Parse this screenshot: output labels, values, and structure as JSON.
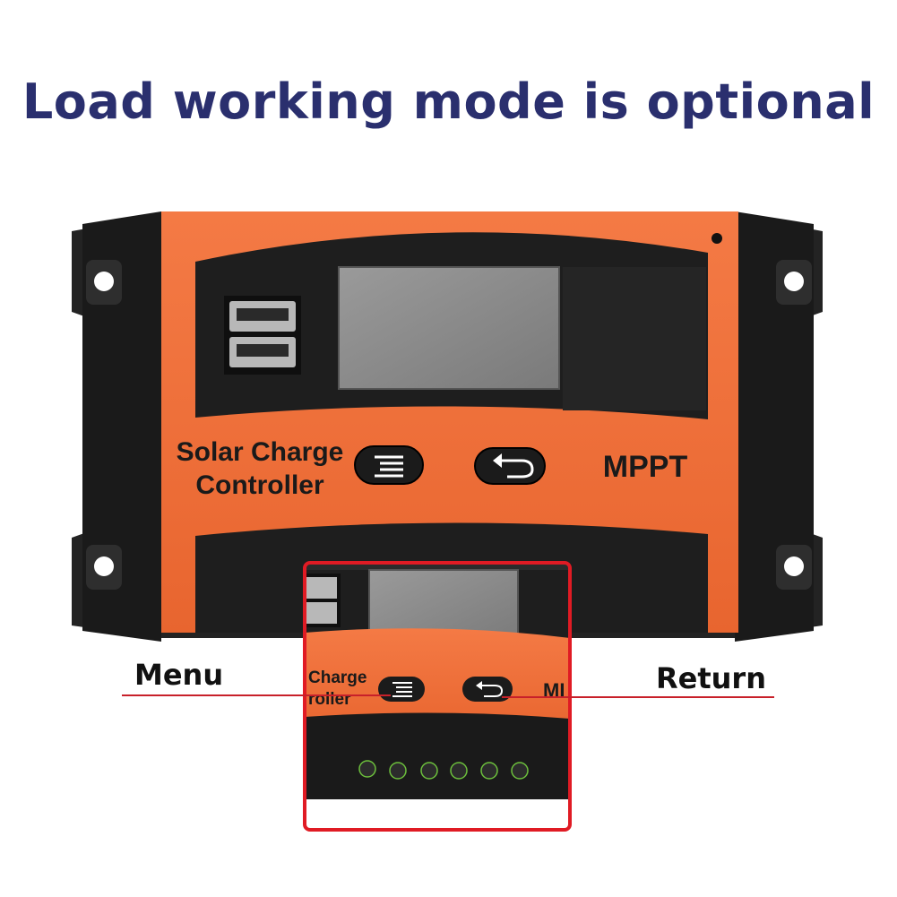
{
  "headline": "Load working mode is optional",
  "device": {
    "brand_line1": "Solar Charge",
    "brand_line2": "Controller",
    "model": "MPPT"
  },
  "zoom": {
    "brand_line1": "Charge",
    "brand_line2": "roller",
    "model": "MI"
  },
  "callouts": {
    "menu": "Menu",
    "return": "Return"
  },
  "colors": {
    "headline": "#2a2f6e",
    "panel_orange": "#f0703c",
    "housing": "#232323",
    "screen": "#8a8a8a",
    "highlight_border": "#e01b24",
    "callout_line": "#c8202a"
  },
  "icons": [
    "usb-port-icon",
    "menu-lines-icon",
    "return-arrow-icon",
    "terminal-screw-icon"
  ]
}
